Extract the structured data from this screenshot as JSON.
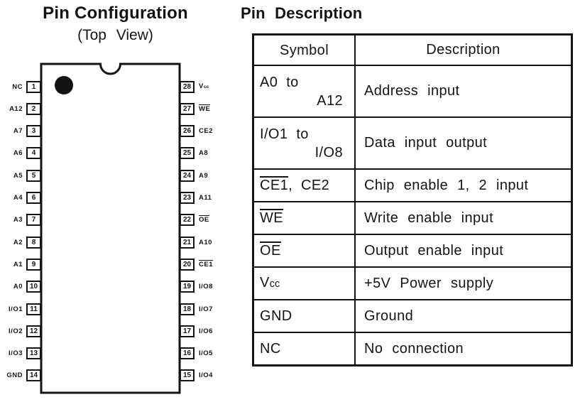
{
  "pin_configuration": {
    "title": "Pin Configuration",
    "subtitle": "(Top View)",
    "left_pins": [
      {
        "num": "1",
        "plain": "NC"
      },
      {
        "num": "2",
        "plain": "A12"
      },
      {
        "num": "3",
        "plain": "A7"
      },
      {
        "num": "4",
        "plain": "A6"
      },
      {
        "num": "5",
        "plain": "A5"
      },
      {
        "num": "6",
        "plain": "A4"
      },
      {
        "num": "7",
        "plain": "A3"
      },
      {
        "num": "8",
        "plain": "A2"
      },
      {
        "num": "9",
        "plain": "A1"
      },
      {
        "num": "10",
        "plain": "A0"
      },
      {
        "num": "11",
        "plain": "I/O1"
      },
      {
        "num": "12",
        "plain": "I/O2"
      },
      {
        "num": "13",
        "plain": "I/O3"
      },
      {
        "num": "14",
        "plain": "GND"
      }
    ],
    "right_pins": [
      {
        "num": "28",
        "plain": "V",
        "sub": "cc"
      },
      {
        "num": "27",
        "overline": "WE"
      },
      {
        "num": "26",
        "plain": "CE2"
      },
      {
        "num": "25",
        "plain": "A8"
      },
      {
        "num": "24",
        "plain": "A9"
      },
      {
        "num": "23",
        "plain": "A11"
      },
      {
        "num": "22",
        "overline": "OE"
      },
      {
        "num": "21",
        "plain": "A10"
      },
      {
        "num": "20",
        "overline": "CE1"
      },
      {
        "num": "19",
        "plain": "I/O8"
      },
      {
        "num": "18",
        "plain": "I/O7"
      },
      {
        "num": "17",
        "plain": "I/O6"
      },
      {
        "num": "16",
        "plain": "I/O5"
      },
      {
        "num": "15",
        "plain": "I/O4"
      }
    ]
  },
  "pin_description": {
    "title": "Pin Description",
    "columns": [
      "Symbol",
      "Description"
    ],
    "rows": [
      {
        "plain": "A0 to",
        "line2": "A12",
        "description": "Address input"
      },
      {
        "plain": "I/O1 to",
        "line2": "I/O8",
        "description": "Data input output"
      },
      {
        "overline": "CE1",
        "plain": ", CE2",
        "description": "Chip enable 1, 2 input"
      },
      {
        "overline": "WE",
        "description": "Write enable input"
      },
      {
        "overline": "OE",
        "description": "Output enable input"
      },
      {
        "plain": "V",
        "sub": "cc",
        "description": "+5V Power supply"
      },
      {
        "plain": "GND",
        "description": "Ground"
      },
      {
        "plain": "NC",
        "description": "No connection"
      }
    ]
  },
  "colors": {
    "ink": "#141414",
    "paper": "#ffffff"
  }
}
